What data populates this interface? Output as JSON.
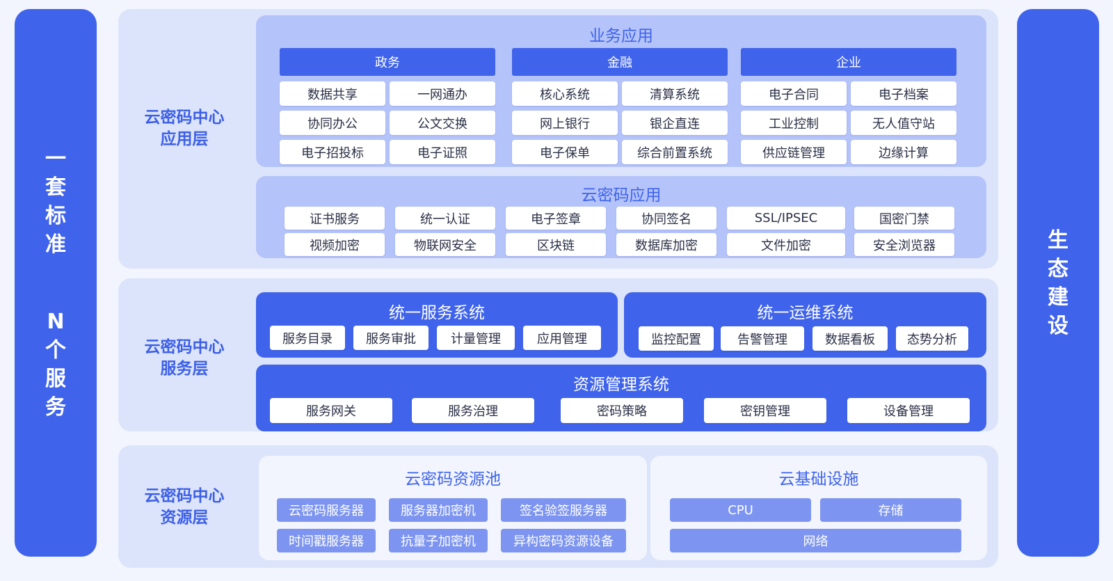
{
  "left_banner": {
    "top": "一套标准",
    "bottom": "N个服务"
  },
  "right_banner": {
    "text": "生态建设"
  },
  "app_layer": {
    "label_line1": "云密码中心",
    "label_line2": "应用层",
    "business": {
      "title": "业务应用",
      "groups": [
        {
          "name": "政务",
          "items": [
            "数据共享",
            "一网通办",
            "协同办公",
            "公文交换",
            "电子招投标",
            "电子证照"
          ]
        },
        {
          "name": "金融",
          "items": [
            "核心系统",
            "清算系统",
            "网上银行",
            "银企直连",
            "电子保单",
            "综合前置系统"
          ]
        },
        {
          "name": "企业",
          "items": [
            "电子合同",
            "电子档案",
            "工业控制",
            "无人值守站",
            "供应链管理",
            "边缘计算"
          ]
        }
      ]
    },
    "crypto_apps": {
      "title": "云密码应用",
      "items": [
        "证书服务",
        "统一认证",
        "电子签章",
        "协同签名",
        "SSL/IPSEC",
        "国密门禁",
        "视频加密",
        "物联网安全",
        "区块链",
        "数据库加密",
        "文件加密",
        "安全浏览器"
      ]
    }
  },
  "service_layer": {
    "label_line1": "云密码中心",
    "label_line2": "服务层",
    "unified_service": {
      "title": "统一服务系统",
      "items": [
        "服务目录",
        "服务审批",
        "计量管理",
        "应用管理"
      ]
    },
    "unified_ops": {
      "title": "统一运维系统",
      "items": [
        "监控配置",
        "告警管理",
        "数据看板",
        "态势分析"
      ]
    },
    "resource_mgmt": {
      "title": "资源管理系统",
      "items": [
        "服务网关",
        "服务治理",
        "密码策略",
        "密钥管理",
        "设备管理"
      ]
    }
  },
  "resource_layer": {
    "label_line1": "云密码中心",
    "label_line2": "资源层",
    "pool": {
      "title": "云密码资源池",
      "items": [
        "云密码服务器",
        "服务器加密机",
        "签名验签服务器",
        "时间戳服务器",
        "抗量子加密机",
        "异构密码资源设备"
      ]
    },
    "infra": {
      "title": "云基础设施",
      "items": [
        "CPU",
        "存储",
        "网络"
      ]
    }
  },
  "colors": {
    "primary": "#3f63ea",
    "band": "#dce4fb",
    "panel_light": "#b4c3f9",
    "pill": "#7d95f0",
    "label_text": "#3c5fe6"
  }
}
